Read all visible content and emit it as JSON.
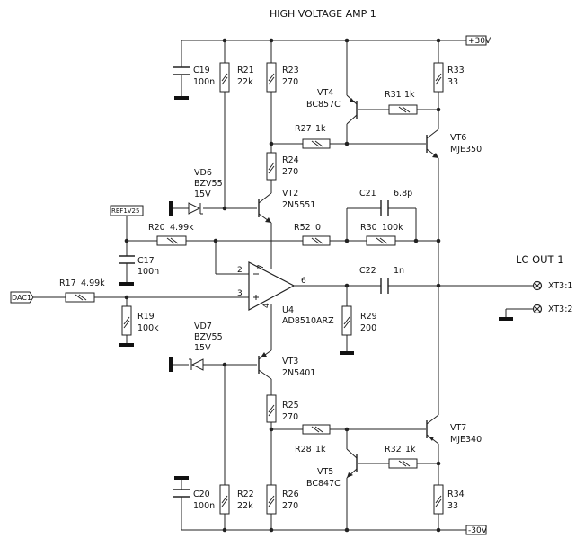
{
  "title": "HIGH VOLTAGE AMP 1",
  "output_label": "LC OUT 1",
  "nets": {
    "pos30v": "+30V",
    "neg30v": "-30V",
    "ref1v25": "REF1V25",
    "dac1": "DAC1"
  },
  "terminals": {
    "xt3_1": "XT3:1",
    "xt3_2": "XT3:2"
  },
  "parts": {
    "c19": {
      "ref": "C19",
      "value": "100n"
    },
    "c17": {
      "ref": "C17",
      "value": "100n"
    },
    "c20": {
      "ref": "C20",
      "value": "100n"
    },
    "c21": {
      "ref": "C21",
      "value": "6.8p"
    },
    "c22": {
      "ref": "C22",
      "value": "1n"
    },
    "r21": {
      "ref": "R21",
      "value": "22k"
    },
    "r23": {
      "ref": "R23",
      "value": "270"
    },
    "r33": {
      "ref": "R33",
      "value": "33"
    },
    "r31": {
      "ref": "R31",
      "value": "1k"
    },
    "r27": {
      "ref": "R27",
      "value": "1k"
    },
    "r24": {
      "ref": "R24",
      "value": "270"
    },
    "r20": {
      "ref": "R20",
      "value": "4.99k"
    },
    "r52": {
      "ref": "R52",
      "value": "0"
    },
    "r30": {
      "ref": "R30",
      "value": "100k"
    },
    "r17": {
      "ref": "R17",
      "value": "4.99k"
    },
    "r19": {
      "ref": "R19",
      "value": "100k"
    },
    "r29": {
      "ref": "R29",
      "value": "200"
    },
    "r25": {
      "ref": "R25",
      "value": "270"
    },
    "r28": {
      "ref": "R28",
      "value": "1k"
    },
    "r32": {
      "ref": "R32",
      "value": "1k"
    },
    "r22": {
      "ref": "R22",
      "value": "22k"
    },
    "r26": {
      "ref": "R26",
      "value": "270"
    },
    "r34": {
      "ref": "R34",
      "value": "33"
    },
    "vd6": {
      "ref": "VD6",
      "part": "BZV55",
      "value": "15V"
    },
    "vd7": {
      "ref": "VD7",
      "part": "BZV55",
      "value": "15V"
    },
    "vt2": {
      "ref": "VT2",
      "part": "2N5551"
    },
    "vt3": {
      "ref": "VT3",
      "part": "2N5401"
    },
    "vt4": {
      "ref": "VT4",
      "part": "BC857C"
    },
    "vt5": {
      "ref": "VT5",
      "part": "BC847C"
    },
    "vt6": {
      "ref": "VT6",
      "part": "MJE350"
    },
    "vt7": {
      "ref": "VT7",
      "part": "MJE340"
    },
    "u4": {
      "ref": "U4",
      "part": "AD8510ARZ",
      "pins": {
        "inv": "2",
        "noninv": "3",
        "out": "6",
        "vpos": "7",
        "vneg": "4"
      }
    }
  }
}
